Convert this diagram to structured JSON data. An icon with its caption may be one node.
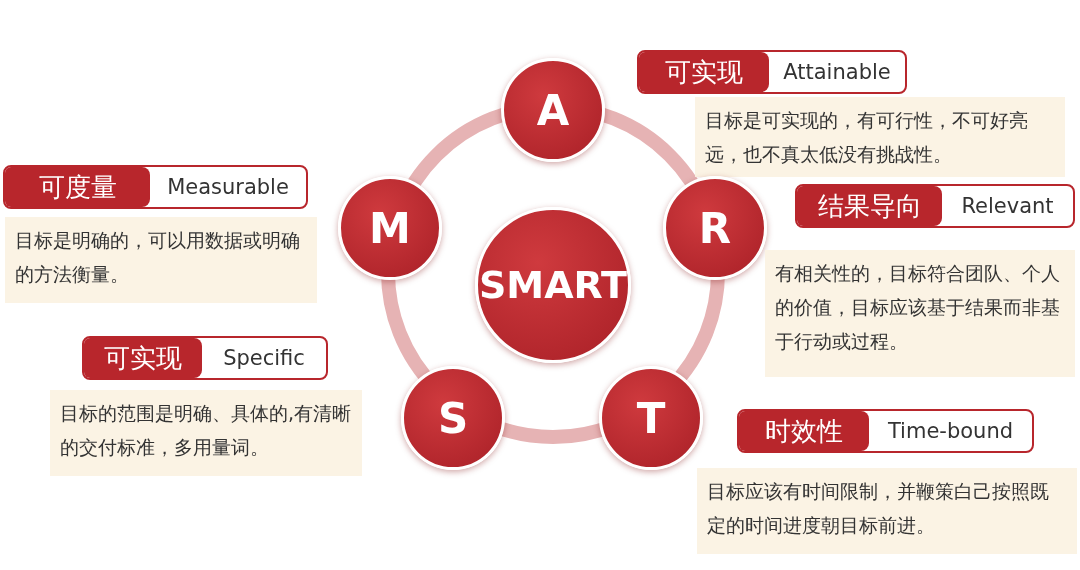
{
  "diagram": {
    "nodes": [
      {
        "text": [
          "M"
        ]
      },
      {
        "text": [
          "可度量",
          "Measurable"
        ]
      },
      {
        "text": [
          "目标是明确的，可以用数据或明确的方法衡量。"
        ]
      },
      {
        "text": [
          "A"
        ]
      },
      {
        "text": [
          "可实现",
          "Attainable"
        ]
      },
      {
        "text": [
          "目标是可实现的，有可行性，不可好亮远，也不真太低没有挑战性。"
        ]
      },
      {
        "text": [
          "SMART"
        ]
      },
      {
        "text": [
          "R"
        ]
      },
      {
        "text": [
          "结果导向",
          "Relevant"
        ]
      },
      {
        "text": [
          "有相关性的，目标符合团队、个人的价值，目标应该基于结果而非基于行动或过程。"
        ]
      },
      {
        "text": [
          "S"
        ]
      },
      {
        "text": [
          "可实现",
          "Specific"
        ]
      },
      {
        "text": [
          "目标的范围是明确、具体的,有清晰的交付标准，多用量词。"
        ]
      },
      {
        "text": [
          "T"
        ]
      },
      {
        "text": [
          "时效性",
          "Time-bound"
        ]
      },
      {
        "text": [
          "目标应该有时间限制，并鞭策白己按照既定的时间进度朝目标前进。"
        ]
      }
    ]
  }
}
